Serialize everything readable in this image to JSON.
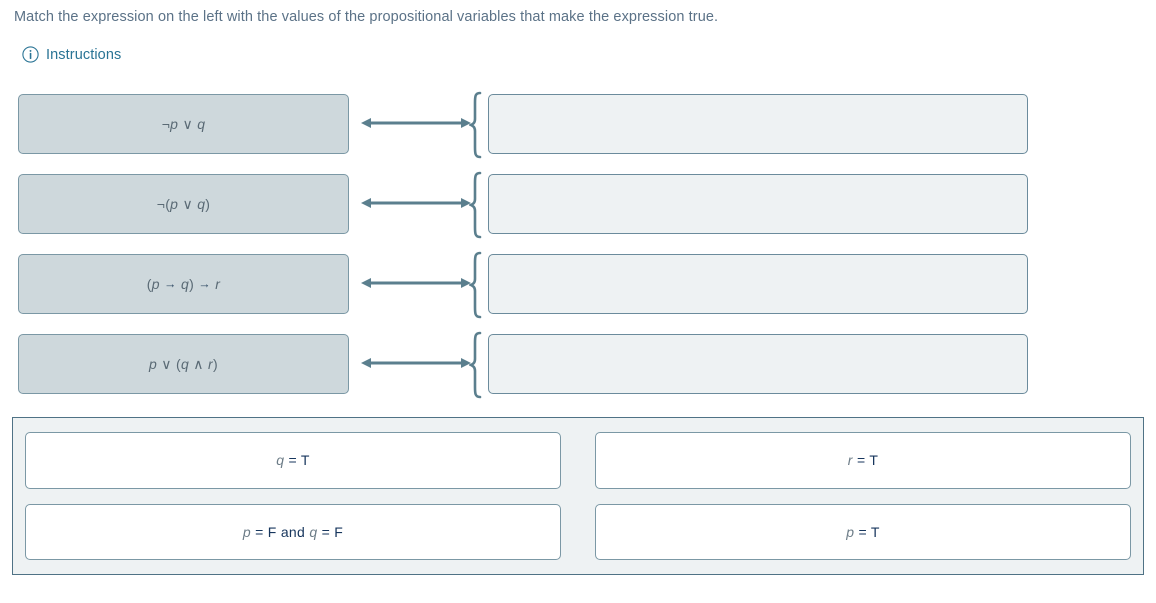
{
  "prompt": "Match the expression on the left with the values of the propositional variables that make the expression true.",
  "instructions": {
    "label": "Instructions",
    "icon": "info-circle-icon"
  },
  "colors": {
    "expression_tile_bg": "#ced8dc",
    "expression_tile_border": "#7b98a5",
    "drop_zone_bg": "#eef2f3",
    "drop_zone_border": "#6b8b9c",
    "bank_bg": "#eef2f3",
    "bank_border": "#4f7285",
    "bank_tile_bg": "#ffffff",
    "connector": "#5b7f8e",
    "prompt_text": "#5b7287",
    "link_text": "#2a7495",
    "answer_text": "#17365d"
  },
  "match_rows": [
    {
      "expression": "¬p ∨ q",
      "expression_parts": [
        {
          "t": "¬",
          "style": "op"
        },
        {
          "t": "p",
          "style": "var"
        },
        {
          "t": " ∨ ",
          "style": "op"
        },
        {
          "t": "q",
          "style": "var"
        }
      ],
      "connector_icon": "double-arrow-icon",
      "brace_icon": "left-curly-brace-icon",
      "drop_value": ""
    },
    {
      "expression": "¬(p ∨ q)",
      "expression_parts": [
        {
          "t": "¬(",
          "style": "op"
        },
        {
          "t": "p",
          "style": "var"
        },
        {
          "t": " ∨ ",
          "style": "op"
        },
        {
          "t": "q",
          "style": "var"
        },
        {
          "t": ")",
          "style": "op"
        }
      ],
      "connector_icon": "double-arrow-icon",
      "brace_icon": "left-curly-brace-icon",
      "drop_value": ""
    },
    {
      "expression": "(p → q) → r",
      "expression_parts": [
        {
          "t": "(",
          "style": "op"
        },
        {
          "t": "p",
          "style": "var"
        },
        {
          "t": " ",
          "style": "op"
        },
        {
          "t": "→",
          "style": "imp"
        },
        {
          "t": " ",
          "style": "op"
        },
        {
          "t": "q",
          "style": "var"
        },
        {
          "t": ") ",
          "style": "op"
        },
        {
          "t": "→",
          "style": "imp"
        },
        {
          "t": " ",
          "style": "op"
        },
        {
          "t": "r",
          "style": "var"
        }
      ],
      "connector_icon": "double-arrow-icon",
      "brace_icon": "left-curly-brace-icon",
      "drop_value": ""
    },
    {
      "expression": "p ∨ (q ∧ r)",
      "expression_parts": [
        {
          "t": "p",
          "style": "var"
        },
        {
          "t": " ∨ (",
          "style": "op"
        },
        {
          "t": "q",
          "style": "var"
        },
        {
          "t": " ∧ ",
          "style": "op"
        },
        {
          "t": "r",
          "style": "var"
        },
        {
          "t": ")",
          "style": "op"
        }
      ],
      "connector_icon": "double-arrow-icon",
      "brace_icon": "left-curly-brace-icon",
      "drop_value": ""
    }
  ],
  "answer_bank": [
    {
      "text": "q = T",
      "parts": [
        {
          "t": "q",
          "style": "var"
        },
        {
          "t": " = T",
          "style": "plain"
        }
      ]
    },
    {
      "text": "r = T",
      "parts": [
        {
          "t": "r",
          "style": "var"
        },
        {
          "t": " = T",
          "style": "plain"
        }
      ]
    },
    {
      "text": "p = F and q = F",
      "parts": [
        {
          "t": "p",
          "style": "var"
        },
        {
          "t": " = F and ",
          "style": "plain"
        },
        {
          "t": "q",
          "style": "var"
        },
        {
          "t": " = F",
          "style": "plain"
        }
      ]
    },
    {
      "text": "p = T",
      "parts": [
        {
          "t": "p",
          "style": "var"
        },
        {
          "t": " = T",
          "style": "plain"
        }
      ]
    }
  ]
}
